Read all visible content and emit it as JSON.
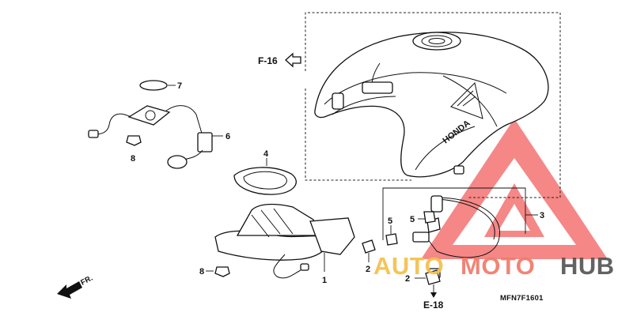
{
  "diagram": {
    "code": "MFN7F1601",
    "direction_label": "FR.",
    "cross_refs": [
      {
        "id": "f16",
        "label": "F-16"
      },
      {
        "id": "e18",
        "label": "E-18"
      }
    ],
    "callouts": [
      {
        "id": "c1",
        "number": "1"
      },
      {
        "id": "c2a",
        "number": "2"
      },
      {
        "id": "c2b",
        "number": "2"
      },
      {
        "id": "c3",
        "number": "3"
      },
      {
        "id": "c4",
        "number": "4"
      },
      {
        "id": "c5a",
        "number": "5"
      },
      {
        "id": "c5b",
        "number": "5"
      },
      {
        "id": "c6",
        "number": "6"
      },
      {
        "id": "c7",
        "number": "7"
      },
      {
        "id": "c8a",
        "number": "8"
      },
      {
        "id": "c8b",
        "number": "8"
      }
    ],
    "tank_logo": "HONDA"
  },
  "watermark": {
    "part1": "AUTO",
    "part2": "MOTO",
    "part3": "HUB",
    "colors": {
      "triangle": "#f26363",
      "auto": "#f5c04a",
      "moto": "#f07a6a",
      "hub": "#555555"
    }
  }
}
